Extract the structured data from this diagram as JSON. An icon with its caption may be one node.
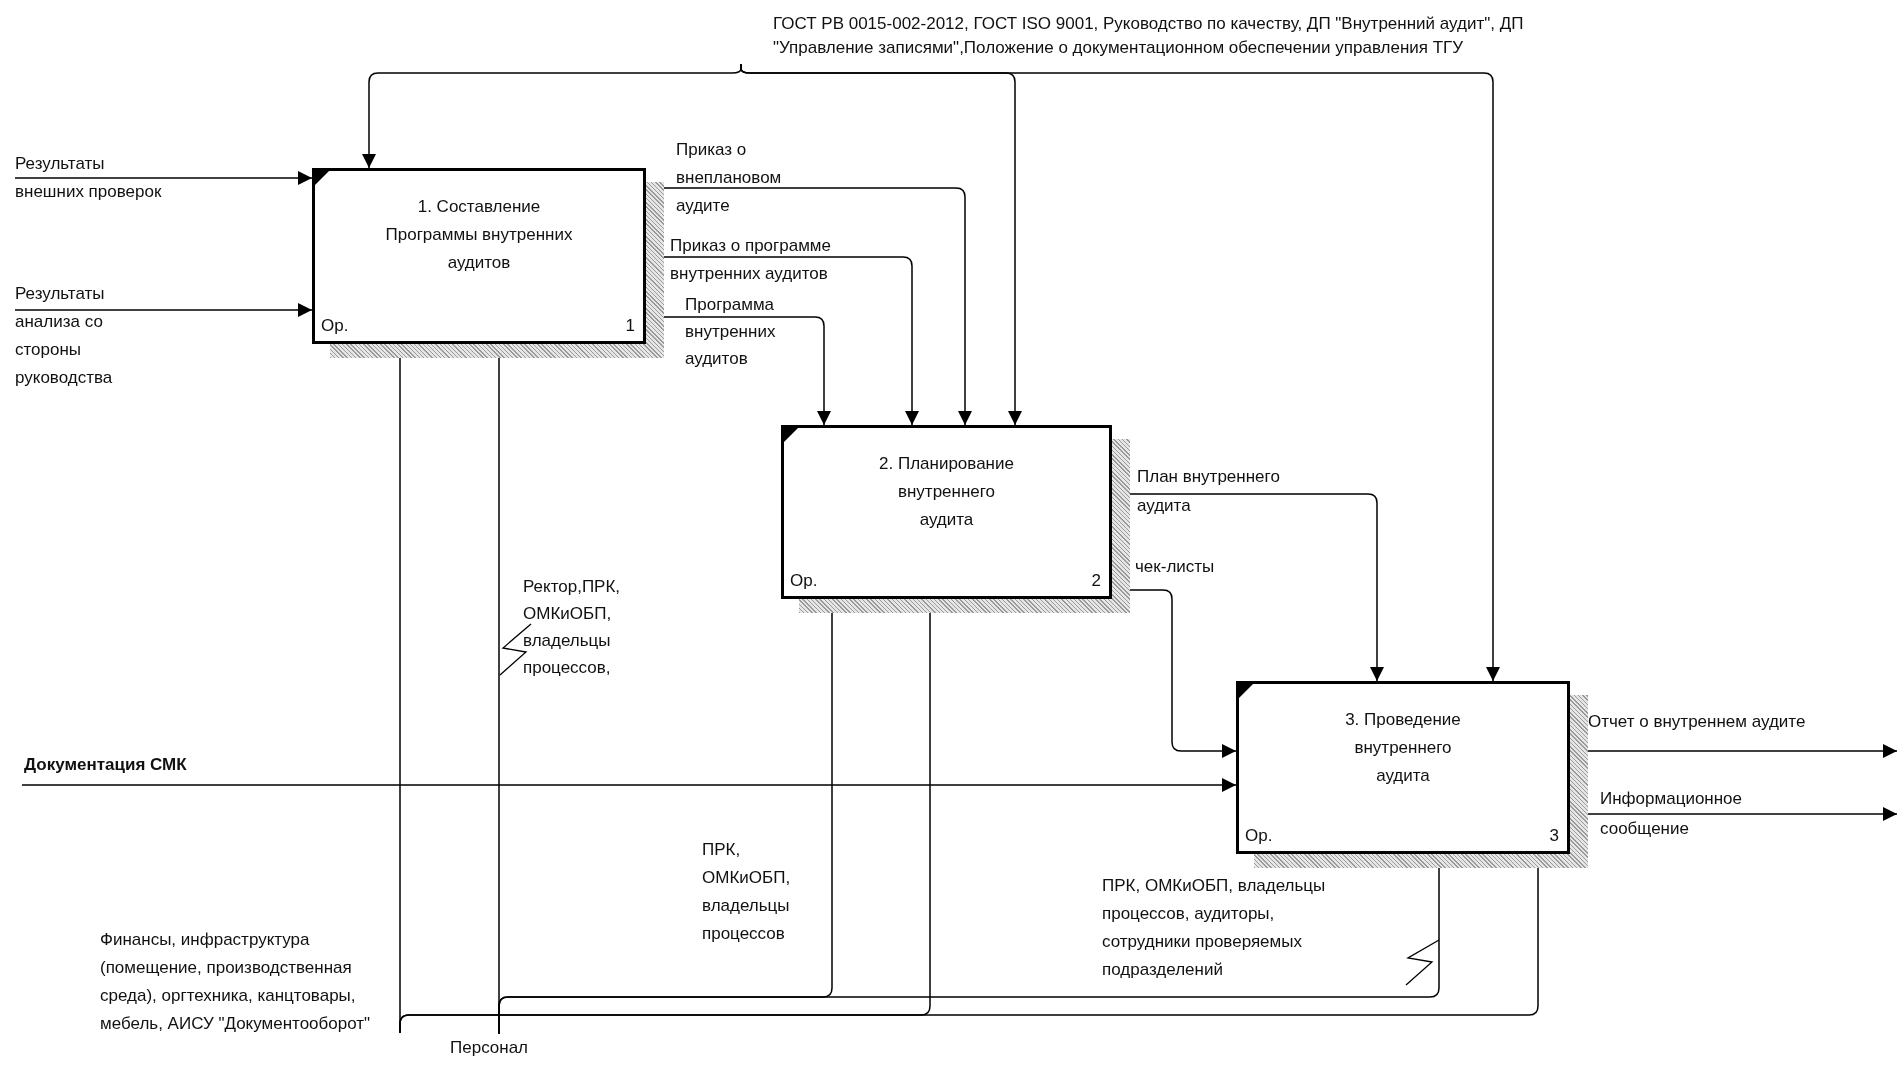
{
  "diagram": {
    "nodes": [
      {
        "text": [
          "1. Составление Программы внутренних аудитов",
          "Ор.",
          "1"
        ]
      },
      {
        "text": [
          "2. Планирование внутреннего аудита",
          "Ор.",
          "2"
        ]
      },
      {
        "text": [
          "3. Проведение внутреннего аудита",
          "Ор.",
          "3"
        ]
      },
      {
        "text": [
          "ГОСТ РВ 0015-002-2012, ГОСТ ISO 9001, Руководство по качеству, ДП \"Внутренний аудит\", ДП \"Управление записями\",Положение о документационном обеспечении управления ТГУ"
        ]
      },
      {
        "text": [
          "Персонал"
        ]
      }
    ],
    "edges": [
      {
        "from": 3,
        "to": 0,
        "arrow": "to"
      },
      {
        "from": 3,
        "to": 1,
        "arrow": "to"
      },
      {
        "from": 3,
        "to": 2,
        "arrow": "to"
      },
      {
        "from": null,
        "to": 0,
        "arrow": "to",
        "label": "Результаты внешних проверок"
      },
      {
        "from": null,
        "to": 0,
        "arrow": "to",
        "label": "Результаты анализа со стороны руководства"
      },
      {
        "from": 0,
        "to": 1,
        "arrow": "to",
        "label": "Приказ о внеплановом аудите"
      },
      {
        "from": 0,
        "to": 1,
        "arrow": "to",
        "label": "Приказ о программе внутренних аудитов"
      },
      {
        "from": 0,
        "to": 1,
        "arrow": "to",
        "label": "Программа внутренних аудитов"
      },
      {
        "from": 1,
        "to": 2,
        "arrow": "to",
        "label": "План внутреннего аудита"
      },
      {
        "from": 1,
        "to": 2,
        "arrow": "to",
        "label": "чек-листы"
      },
      {
        "from": null,
        "to": 2,
        "arrow": "to",
        "label": "Документация СМК"
      },
      {
        "from": 2,
        "to": null,
        "arrow": "to",
        "label": "Отчет о внутреннем аудите"
      },
      {
        "from": 2,
        "to": null,
        "arrow": "to",
        "label": "Информационное сообщение"
      },
      {
        "from": null,
        "to": 0,
        "arrow": "to",
        "label": "Финансы, инфраструктура (помещение, производственная среда), оргтехника,  канцтовары, мебель, АИСУ \"Документооборот\""
      },
      {
        "from": null,
        "to": 1,
        "arrow": "to"
      },
      {
        "from": null,
        "to": 2,
        "arrow": "to"
      },
      {
        "from": 4,
        "to": 0,
        "arrow": "to",
        "label": "Ректор,ПРК, ОМКиОБП, владельцы процессов,"
      },
      {
        "from": 4,
        "to": 1,
        "arrow": "to",
        "label": "ПРК, ОМКиОБП, владельцы процессов"
      },
      {
        "from": 4,
        "to": 2,
        "arrow": "to",
        "label": "ПРК, ОМКиОБП, владельцы процессов,  аудиторы, сотрудники проверяемых подразделений"
      }
    ]
  }
}
